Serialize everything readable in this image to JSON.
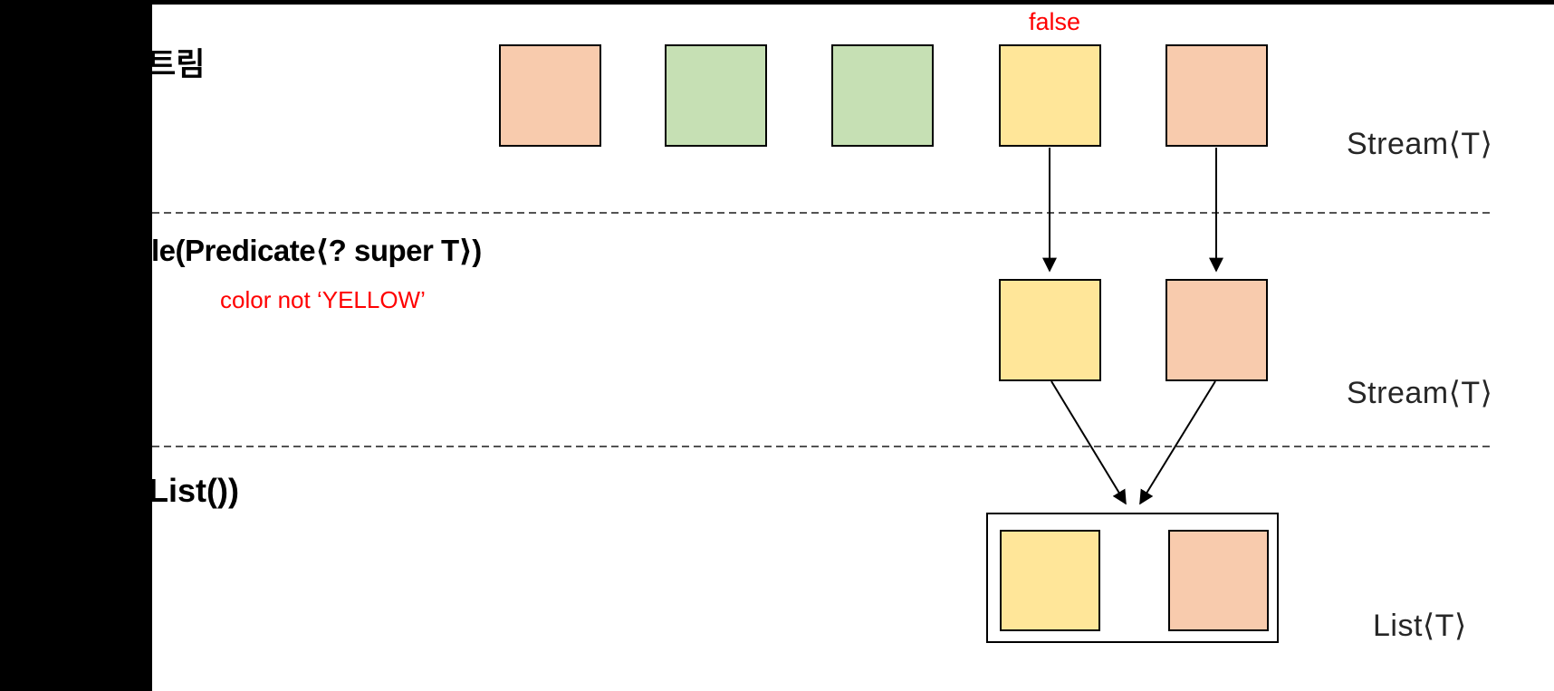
{
  "slide": {
    "title_partial": "트림",
    "stage1": {
      "annotation_false": "false",
      "type_label": "Stream⟨T⟩"
    },
    "stage2": {
      "method_signature_partial": "le(Predicate⟨? super T⟩)",
      "predicate_note": "color not ‘YELLOW’",
      "type_label": "Stream⟨T⟩"
    },
    "stage3": {
      "method_signature_partial": "List())",
      "type_label": "List⟨T⟩"
    }
  },
  "colors": {
    "peach": "#F8CBAD",
    "green": "#C6E0B4",
    "yellow": "#FFE699",
    "red": "#FF0000",
    "border": "#000000",
    "sidebar": "#000000"
  },
  "squares": {
    "row1": [
      "peach",
      "green",
      "green",
      "yellow",
      "peach"
    ],
    "row2": [
      "yellow",
      "peach"
    ],
    "list_box": [
      "yellow",
      "peach"
    ]
  }
}
